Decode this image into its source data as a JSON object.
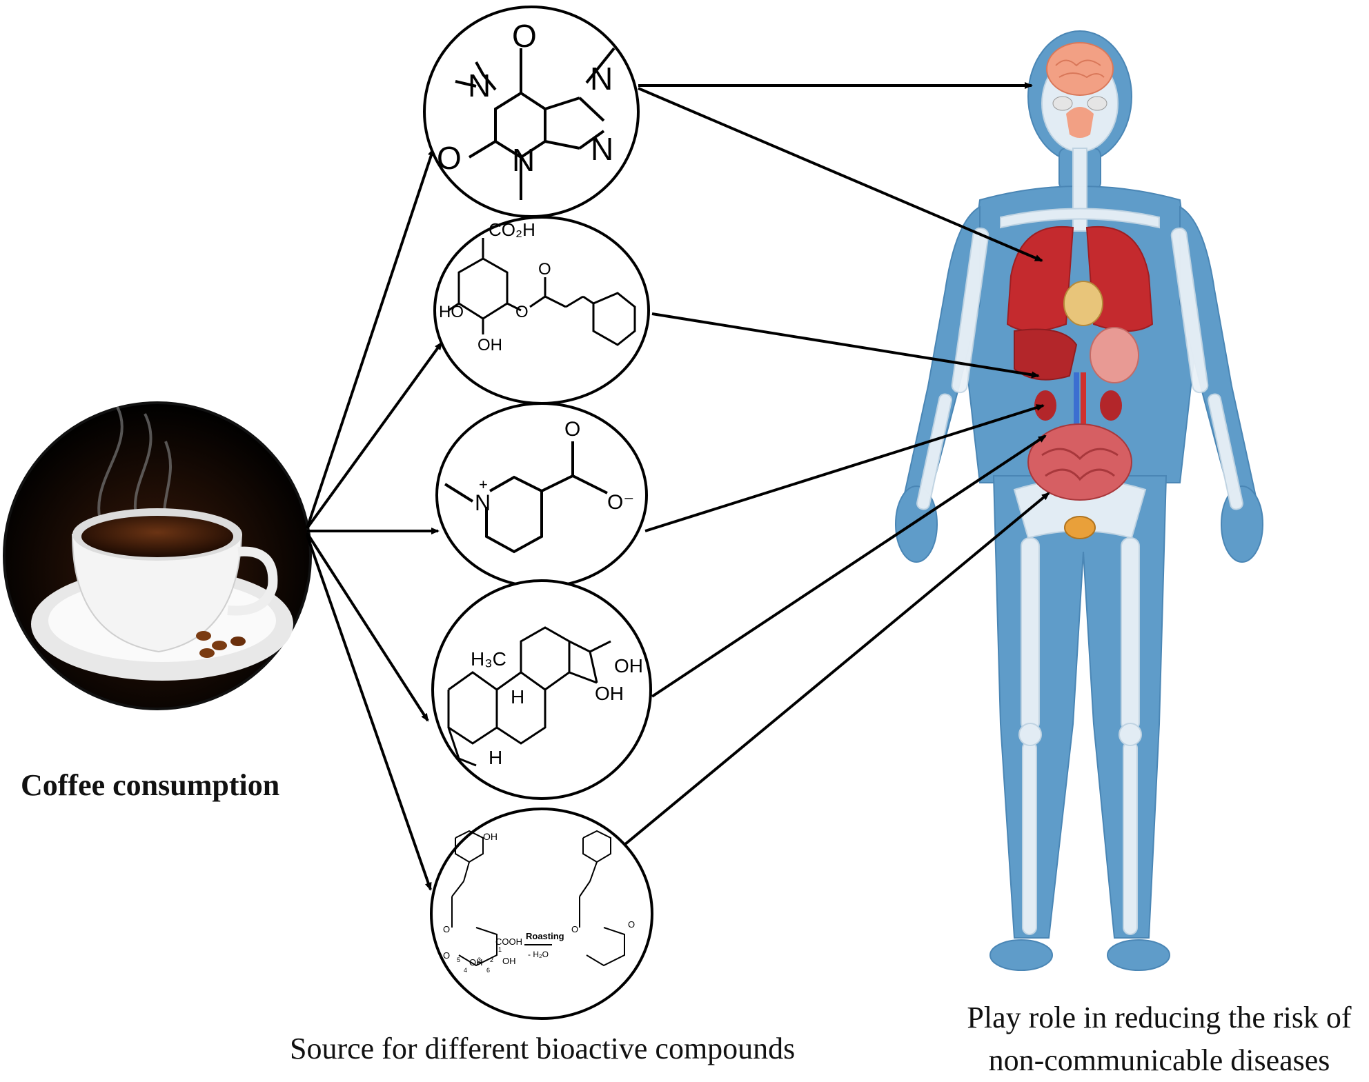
{
  "labels": {
    "coffee": "Coffee consumption",
    "source": "Source for different bioactive compounds",
    "effect_line1": "Play role in reducing the risk of",
    "effect_line2": "non-communicable diseases"
  },
  "compounds": {
    "caffeine": {
      "atoms": [
        "O",
        "N",
        "N",
        "O",
        "N",
        "N"
      ]
    },
    "chlorogenic_acid": {
      "atoms": [
        "CO₂H",
        "HO",
        "OH",
        "O",
        "O"
      ]
    },
    "trigonelline": {
      "atoms": [
        "N",
        "+",
        "O",
        "O⁻"
      ]
    },
    "cafestol": {
      "atoms": [
        "H₃C",
        "H",
        "H",
        "OH",
        "OH"
      ]
    },
    "lactone": {
      "atoms": [
        "OH",
        "COOH",
        "OH",
        "OH",
        "Roasting",
        "- H₂O",
        "O",
        "O",
        "O",
        "O",
        "3",
        "2",
        "1",
        "4",
        "5",
        "6"
      ]
    }
  },
  "colors": {
    "arrow": "#000000",
    "body_skin": "#5f9cc9",
    "bone": "#e9f1f7",
    "organ_red": "#c42a2e",
    "brain": "#f2a084",
    "cup_bg": "#000000"
  }
}
